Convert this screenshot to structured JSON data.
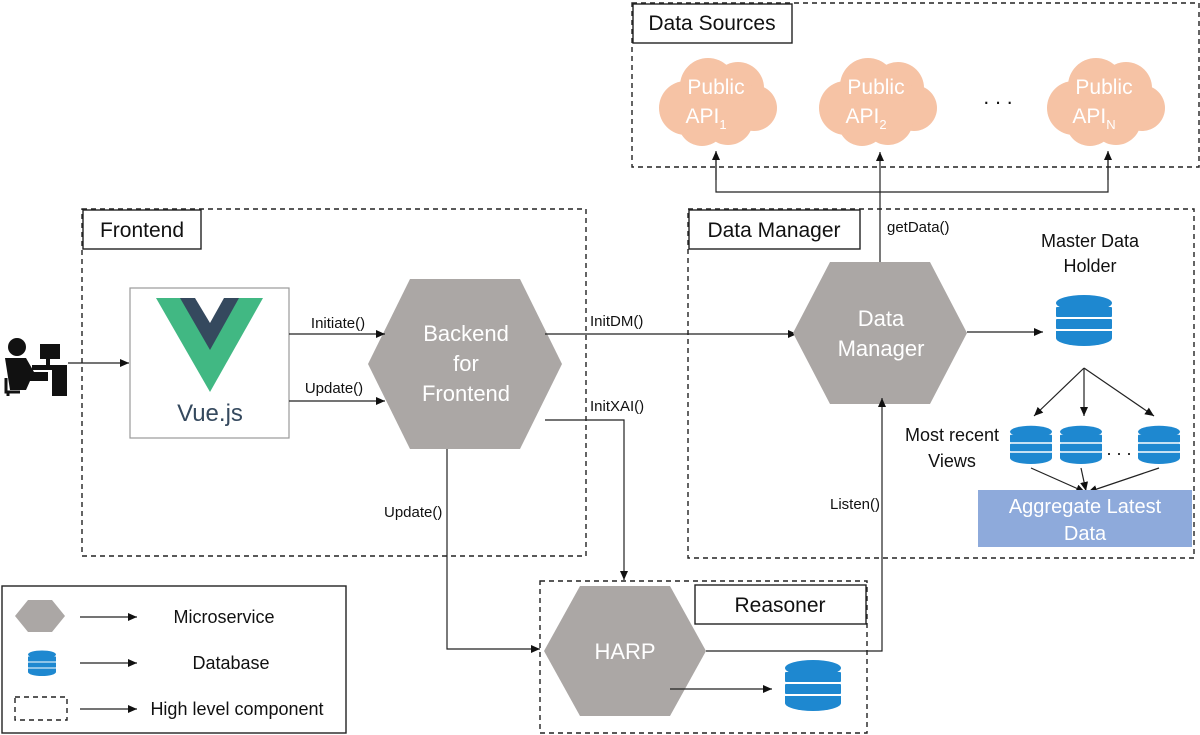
{
  "components": {
    "data_sources": "Data Sources",
    "frontend": "Frontend",
    "data_manager": "Data Manager",
    "reasoner": "Reasoner"
  },
  "clouds": [
    {
      "line1": "Public",
      "line2": "API",
      "sub": "1"
    },
    {
      "line1": "Public",
      "line2": "API",
      "sub": "2"
    },
    {
      "line1": "Public",
      "line2": "API",
      "sub": "N"
    }
  ],
  "cloud_ellipsis": ". . .",
  "vue_label": "Vue.js",
  "bff": {
    "line1": "Backend",
    "line2": "for",
    "line3": "Frontend"
  },
  "dm_hex": {
    "line1": "Data",
    "line2": "Manager"
  },
  "harp": "HARP",
  "master": {
    "line1": "Master Data",
    "line2": "Holder"
  },
  "recent": {
    "line1": "Most recent",
    "line2": "Views"
  },
  "views_ellipsis": ". . .",
  "aggregate": {
    "line1": "Aggregate Latest",
    "line2": "Data"
  },
  "calls": {
    "initiate": "Initiate()",
    "update_top": "Update()",
    "init_dm": "InitDM()",
    "init_xai": "InitXAI()",
    "update_bottom": "Update()",
    "listen": "Listen()",
    "get_data": "getData()"
  },
  "legend": {
    "microservice": "Microservice",
    "database": "Database",
    "component": "High level component"
  },
  "colors": {
    "hexagon": "#aba7a5",
    "cloud": "#f6c3a5",
    "database": "#1e88d0",
    "aggregate": "#8eaadb",
    "vue_green": "#41b883",
    "vue_dark": "#35495e"
  }
}
